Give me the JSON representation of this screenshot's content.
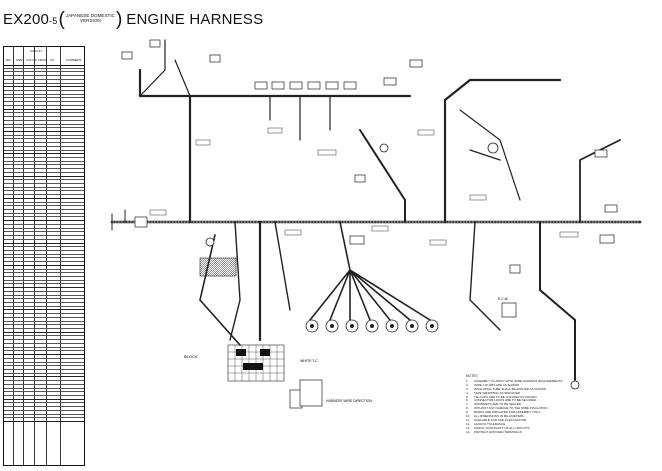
{
  "title": {
    "model": "EX200",
    "model_suffix": "-5",
    "note_line1": "JAPANESE DOMESTIC",
    "note_line2": "VERSION",
    "main": "ENGINE HARNESS"
  },
  "wire_table": {
    "header_group": "CIRCUIT",
    "columns": [
      "NO.",
      "SIZE",
      "COLOR",
      "FROM",
      "TO",
      "COMMENT"
    ],
    "row_count": 96
  },
  "callouts": {
    "block": "BLOCK",
    "connector_note": "HARNESS WIRE DIRECTION",
    "white_tc": "WHITE T.C",
    "ecm": "E.C.M."
  },
  "notes": {
    "heading": "NOTES",
    "items": [
      "ASSEMBLY TO APPLY WITH WIRE HARNESS REQUIREMENTS",
      "WIRE COLORS ARE AS SHOWN",
      "INSULATING TUBE SHALL BE APPLIED AS SHOWN",
      "TAPE WRAPPING AS SPECIFIED",
      "TIE CLIPS ARE TO BE LOCATED AS SHOWN",
      "CONNECTOR LOCKS ARE TO BE SECURED",
      "GROMMETS ARE TO BE SEALED",
      "WITHOUT ANY DAMAGE TO THE WIRE INSULATION",
      "BANDS ARE INDICATED FOR ASSEMBLY ONLY",
      "ALL DIMENSIONS IN MILLIMETERS",
      "AVAILABLE FOR USE IN EXCAVATOR",
      "LENGTH TOLERANCE",
      "CHECK CONTINUITY OF ALL CIRCUITS",
      "PROTECT EXPOSED TERMINALS"
    ]
  }
}
